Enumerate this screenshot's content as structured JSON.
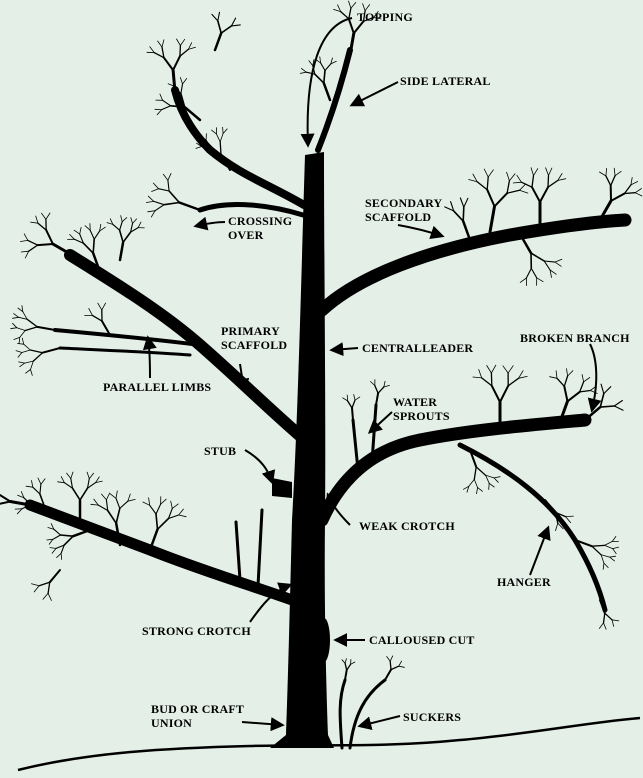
{
  "labels": {
    "topping": "TOPPING",
    "side_lateral": "SIDE LATERAL",
    "secondary_scaffold_1": "SECONDARY",
    "secondary_scaffold_2": "SCAFFOLD",
    "crossing_over_1": "CROSSING",
    "crossing_over_2": "OVER",
    "primary_scaffold_1": "PRIMARY",
    "primary_scaffold_2": "SCAFFOLD",
    "central_leader": "CENTRALLEADER",
    "broken_branch": "BROKEN BRANCH",
    "parallel_limbs": "PARALLEL LIMBS",
    "water_sprouts_1": "WATER",
    "water_sprouts_2": "SPROUTS",
    "stub": "STUB",
    "weak_crotch": "WEAK CROTCH",
    "hanger": "HANGER",
    "strong_crotch": "STRONG CROTCH",
    "calloused_cut": "CALLOUSED CUT",
    "bud_or_craft_union_1": "BUD OR CRAFT",
    "bud_or_craft_union_2": "UNION",
    "suckers": "SUCKERS"
  },
  "colors": {
    "background": "#e4efe8",
    "ink": "#000000"
  }
}
